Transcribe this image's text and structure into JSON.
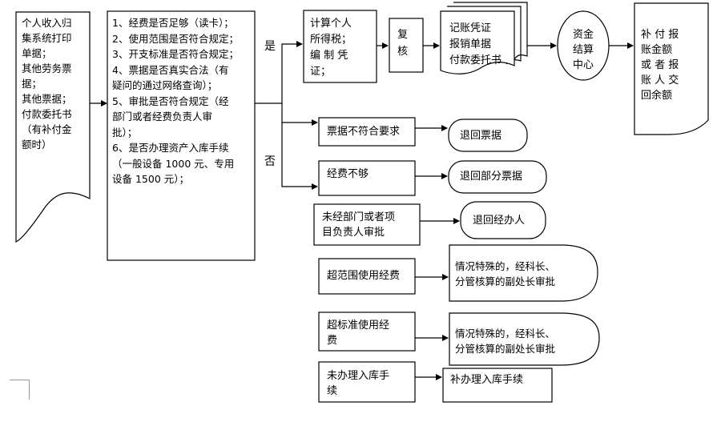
{
  "input_docs": "个人收入归\n集系统打印\n单据；\n其他劳务票\n据；\n其他票据；\n付款委托书\n（有补付金\n额时）",
  "checks": "1、经费是否足够（读卡）；\n2、使用范围是否符合规定；\n3、开支标准是否符合规定；\n4、票据是否真实合法（有\n疑问的通过网络查询）；\n5、审批是否符合规定（经\n部门或者经费负责人审\n批）；\n6、是否办理资产入库手续\n（一般设备 1000 元、专用\n设备 1500 元）；",
  "labels": {
    "yes": "是",
    "no": "否"
  },
  "steps": {
    "calc": "计算个人\n所得税；\n编 制 凭\n证；",
    "review": "复\n核",
    "vouchers": "记账凭证\n报销单据\n付款委托书",
    "settlement": "资金\n结算\n中心",
    "final": "补 付 报\n账金额\n或 者 报\n账 人 交\n回余额"
  },
  "issues": [
    {
      "problem": "票据不符合要求",
      "result": "退回票据"
    },
    {
      "problem": "经费不够",
      "result": "退回部分票据"
    },
    {
      "problem": "未经部门或者项\n目负责人审批",
      "result": "退回经办人"
    },
    {
      "problem": "超范围使用经费",
      "result": "情况特殊的，经科长、\n分管核算的副处长审批"
    },
    {
      "problem": "超标准使用经\n费",
      "result": "情况特殊的，经科长、\n分管核算的副处长审批"
    },
    {
      "problem": "未办理入库手\n续",
      "result": "补办理入库手续"
    }
  ]
}
